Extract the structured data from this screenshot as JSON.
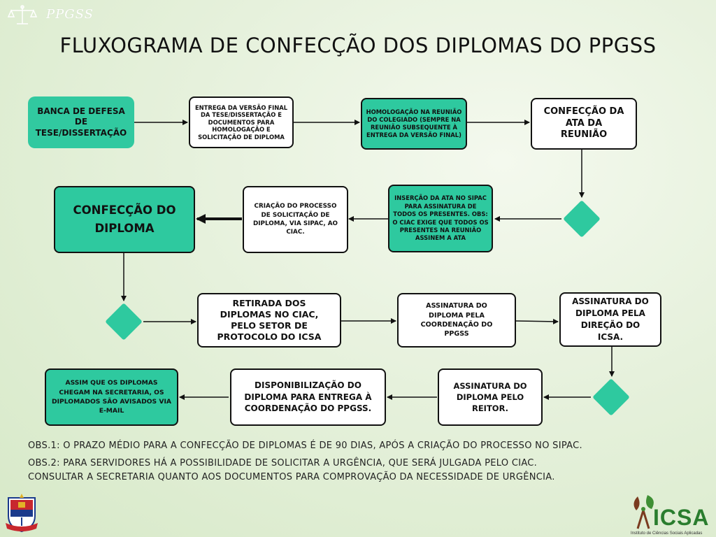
{
  "header": {
    "logo_text": "PPGSS",
    "title": "FLUXOGRAMA DE CONFECÇÃO DOS DIPLOMAS DO PPGSS"
  },
  "colors": {
    "accent_green": "#2ec99f",
    "box_white": "#ffffff",
    "border": "#111111",
    "icsa_green": "#2a7d2e"
  },
  "steps": {
    "banca": "BANCA DE DEFESA DE TESE/DISSERTAÇÃO",
    "entrega": "ENTREGA DA VERSÃO FINAL DA TESE/DISSERTAÇÃO E DOCUMENTOS PARA HOMOLOGAÇÃO E SOLICITAÇÃO DE DIPLOMA",
    "homologacao": "HOMOLOGAÇÃO NA REUNIÃO DO COLEGIADO (SEMPRE NA REUNIÃO SUBSEQUENTE À ENTREGA DA VERSÃO FINAL)",
    "ata": "CONFECÇÃO DA ATA DA REUNIÃO",
    "insercao": "INSERÇÃO DA ATA NO SIPAC PARA ASSINATURA DE TODOS OS PRESENTES. OBS: O CIAC EXIGE QUE TODOS OS PRESENTES NA REUNIÃO ASSINEM  A ATA",
    "criacao": "CRIAÇÃO DO PROCESSO DE SOLICITAÇÃO DE DIPLOMA, VIA SIPAC, AO CIAC.",
    "confeccao": "CONFECÇÃO DO DIPLOMA",
    "retirada": "RETIRADA DOS DIPLOMAS NO CIAC, PELO SETOR DE PROTOCOLO DO ICSA",
    "coordenacao": "ASSINATURA DO DIPLOMA PELA COORDENAÇÃO DO PPGSS",
    "direcao": "ASSINATURA DO DIPLOMA PELA DIREÇÃO DO ICSA.",
    "reitor": "ASSINATURA DO DIPLOMA PELO REITOR.",
    "disponibilizacao": "DISPONIBILIZAÇÃO DO DIPLOMA PARA ENTREGA À COORDENAÇÃO DO PPGSS.",
    "aviso": "ASSIM QUE OS DIPLOMAS CHEGAM NA SECRETARIA, OS DIPLOMADOS SÃO AVISADOS VIA E-MAIL"
  },
  "notes": {
    "obs1": "OBS.1: O PRAZO MÉDIO PARA A CONFECÇÃO DE DIPLOMAS É DE 90 DIAS, APÓS A CRIAÇÃO DO PROCESSO NO SIPAC.",
    "obs2": "OBS.2: PARA SERVIDORES HÁ A POSSIBILIDADE DE SOLICITAR A URGÊNCIA, QUE SERÁ JULGADA PELO CIAC.",
    "obs3": "CONSULTAR A SECRETARIA QUANTO AOS DOCUMENTOS PARA COMPROVAÇÃO DA NECESSIDADE DE URGÊNCIA."
  },
  "footer": {
    "icsa_logo_text": "ICSA",
    "icsa_subtitle": "Instituto de Ciências Sociais Aplicadas",
    "left_logo_icon": "university-seal-icon",
    "right_logo_icon": "icsa-leaves-icon"
  }
}
